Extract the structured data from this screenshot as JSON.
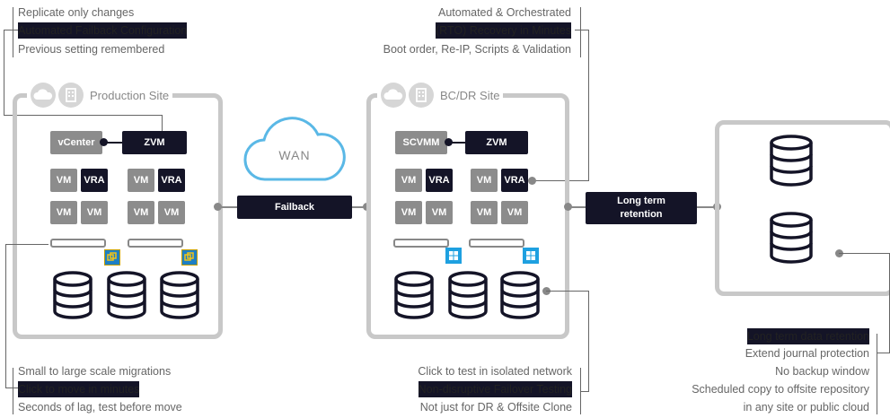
{
  "production": {
    "notes": [
      "Replicate only changes",
      "Automated Failback Configuration",
      "Previous setting remembered"
    ],
    "title": "Production Site",
    "manager": "vCenter",
    "zvm": "ZVM",
    "bottom_notes": [
      "Small to large scale migrations",
      "Click to move in minutes",
      "Seconds of lag, test before move"
    ]
  },
  "bcdr": {
    "notes": [
      "Automated & Orchestrated",
      "(RTO) Recovery in Minutes",
      "Boot order, Re-IP, Scripts & Validation"
    ],
    "title": "BC/DR Site",
    "manager": "SCVMM",
    "zvm": "ZVM",
    "bottom_notes": [
      "Click to test in isolated network",
      "Non-disruptive Failover Testing",
      "Not just for DR & Offsite Clone"
    ]
  },
  "vm_label": "VM",
  "vra_label": "VRA",
  "wan": {
    "label": "WAN"
  },
  "failback": {
    "label": "Failback"
  },
  "long_term": {
    "label_line1": "Long term",
    "label_line2": "retention"
  },
  "retention_notes": [
    "Long term data retention",
    "Extend journal protection",
    "No backup window",
    "Scheduled copy to offsite repository",
    "in any site or public cloud"
  ],
  "colors": {
    "dark": "#141427",
    "gray": "#8c8c8c",
    "frame": "#c8c8c8",
    "vmware": "#1d7fc4",
    "windows": "#1ea0e0"
  }
}
